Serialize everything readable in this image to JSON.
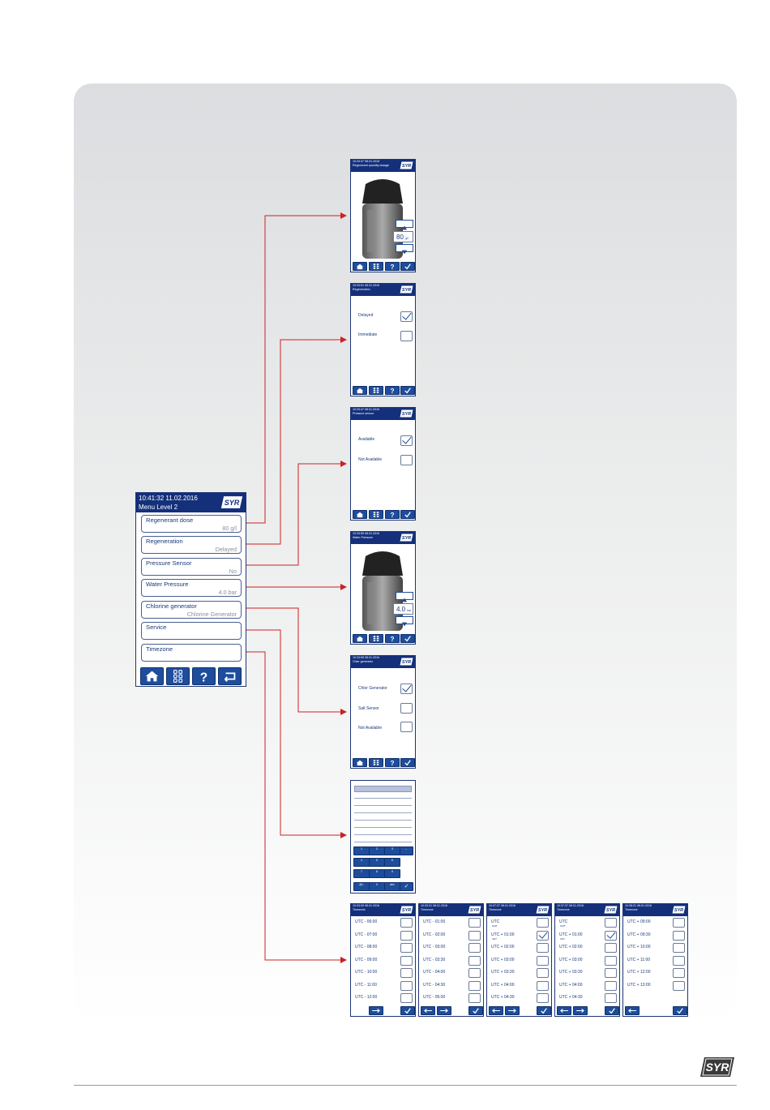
{
  "main_screen": {
    "time": "10:41:32 11.02.2016",
    "title": "Menu Level 2",
    "items": [
      {
        "label": "Regenerant dose",
        "value": "80 g/l"
      },
      {
        "label": "Regeneration",
        "value": "Delayed"
      },
      {
        "label": "Pressure Sensor",
        "value": "No"
      },
      {
        "label": "Water Pressure",
        "value": "4.0 bar"
      },
      {
        "label": "Chlorine generator",
        "value": "Chlorine Generator"
      },
      {
        "label": "Service",
        "value": ""
      },
      {
        "label": "Timezone",
        "value": ""
      }
    ],
    "buttons": [
      "home-icon",
      "menu-grid-icon",
      "help-icon",
      "back-icon"
    ]
  },
  "screens": {
    "regenerant": {
      "time": "10:33:37 08.01.2016",
      "title": "Regenerant quantity dosage",
      "value": "80",
      "unit": "g/l"
    },
    "regeneration": {
      "time": "10:33:51 08.01.2016",
      "title": "Regeneration",
      "options": [
        {
          "label": "Delayed",
          "checked": true
        },
        {
          "label": "Immediate",
          "checked": false
        }
      ]
    },
    "pressure_sensor": {
      "time": "10:33:47 08.01.2016",
      "title": "Pressure sensor",
      "options": [
        {
          "label": "Available",
          "checked": true
        },
        {
          "label": "Not Available",
          "checked": false
        }
      ]
    },
    "water_pressure": {
      "time": "10:33:59 08.01.2016",
      "title": "Water Pressure",
      "value": "4.0",
      "unit": "bar"
    },
    "chlor": {
      "time": "10:33:55 08.01.2016",
      "title": "Chlor generator",
      "options": [
        {
          "label": "Chlor Generator",
          "checked": true
        },
        {
          "label": "Salt Sensor",
          "checked": false
        },
        {
          "label": "Not Available",
          "checked": false
        }
      ]
    },
    "service_keypad": {
      "keys": [
        [
          "1",
          "2",
          "3",
          "←"
        ],
        [
          "4",
          "5",
          "6",
          ""
        ],
        [
          "7",
          "8",
          "9",
          ""
        ],
        [
          "@/-",
          "0",
          "abc",
          "✓"
        ]
      ]
    }
  },
  "timezone_screens": [
    {
      "time": "10:33:09 08.01.2016",
      "title": "Timezone",
      "rows": [
        {
          "label": "UTC - 06:00",
          "checked": false
        },
        {
          "label": "UTC - 07:00",
          "checked": false
        },
        {
          "label": "UTC - 08:00",
          "checked": false
        },
        {
          "label": "UTC - 09:00",
          "checked": false
        },
        {
          "label": "UTC - 10:00",
          "checked": false
        },
        {
          "label": "UTC - 11:00",
          "checked": false
        },
        {
          "label": "UTC - 12:00",
          "checked": false
        }
      ]
    },
    {
      "time": "10:33:31 08.01.2016",
      "title": "Timezone",
      "rows": [
        {
          "label": "UTC - 01:00",
          "checked": false
        },
        {
          "label": "UTC - 02:00",
          "checked": false
        },
        {
          "label": "UTC - 03:00",
          "checked": false
        },
        {
          "label": "UTC - 03:30",
          "checked": false
        },
        {
          "label": "UTC - 04:00",
          "checked": false
        },
        {
          "label": "UTC - 04:30",
          "checked": false
        },
        {
          "label": "UTC - 05:00",
          "checked": false
        }
      ]
    },
    {
      "time": "10:37:37 08.01.2016",
      "title": "Timezone",
      "rows": [
        {
          "label": "UTC",
          "sub": "GMT",
          "checked": false
        },
        {
          "label": "UTC + 01:00",
          "sub": "CET",
          "checked": true
        },
        {
          "label": "UTC + 02:00",
          "checked": false
        },
        {
          "label": "UTC + 03:00",
          "checked": false
        },
        {
          "label": "UTC + 03:30",
          "checked": false
        },
        {
          "label": "UTC + 04:00",
          "checked": false
        },
        {
          "label": "UTC + 04:30",
          "checked": false
        }
      ]
    },
    {
      "time": "10:37:37 08.01.2016",
      "title": "Timezone",
      "rows": [
        {
          "label": "UTC",
          "sub": "GMT",
          "checked": false
        },
        {
          "label": "UTC + 01:00",
          "sub": "CET",
          "checked": true
        },
        {
          "label": "UTC + 02:00",
          "checked": false
        },
        {
          "label": "UTC + 03:00",
          "checked": false
        },
        {
          "label": "UTC + 03:30",
          "checked": false
        },
        {
          "label": "UTC + 04:00",
          "checked": false
        },
        {
          "label": "UTC + 04:30",
          "checked": false
        }
      ]
    },
    {
      "time": "10:38:21 08.01.2016",
      "title": "Timezone",
      "rows": [
        {
          "label": "UTC + 09:00",
          "checked": false
        },
        {
          "label": "UTC + 09:30",
          "checked": false
        },
        {
          "label": "UTC + 10:00",
          "checked": false
        },
        {
          "label": "UTC + 11:00",
          "checked": false
        },
        {
          "label": "UTC + 12:00",
          "checked": false
        },
        {
          "label": "UTC + 13:00",
          "checked": false
        }
      ]
    }
  ],
  "brand": {
    "logo_text": "SYR",
    "accent": "#14307a",
    "arrow_color": "#cc2222"
  }
}
